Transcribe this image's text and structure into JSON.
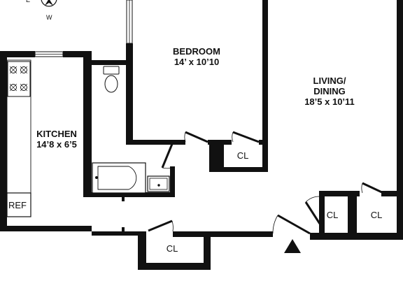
{
  "compass": {
    "west": "W"
  },
  "rooms": {
    "bedroom": {
      "name": "BEDROOM",
      "dims": "14’ x 10’10"
    },
    "living": {
      "name_line1": "LIVING/",
      "name_line2": "DINING",
      "dims": "18’5 x 10’11"
    },
    "kitchen": {
      "name": "KITCHEN",
      "dims": "14’8 x 6’5"
    }
  },
  "closets": {
    "bedroom": "CL",
    "hall_left": "CL",
    "hall_right": "CL",
    "entry": "CL"
  },
  "appliances": {
    "fridge": "REF"
  },
  "colors": {
    "wall": "#111111",
    "background": "#ffffff"
  }
}
